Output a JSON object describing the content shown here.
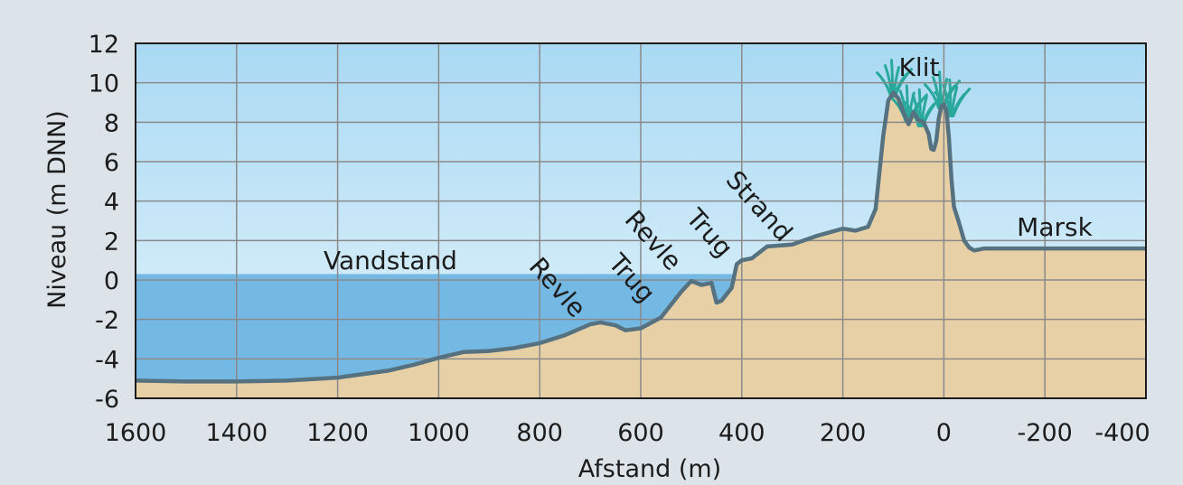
{
  "chart_data": {
    "type": "area",
    "xlabel": "Afstand (m)",
    "ylabel": "Niveau (m DNN)",
    "xlim": [
      1600,
      -400
    ],
    "ylim": [
      -6,
      12
    ],
    "x_ticks": [
      "1600",
      "1400",
      "1200",
      "1000",
      "800",
      "600",
      "400",
      "200",
      "0",
      "-200",
      "-400"
    ],
    "y_ticks": [
      "12",
      "10",
      "8",
      "6",
      "4",
      "2",
      "0",
      "-2",
      "-4",
      "-6"
    ],
    "grid": true,
    "water_level": 0.3,
    "labels": {
      "water": "Vandstand",
      "bar_1": "Revle",
      "trough_1": "Trug",
      "bar_2": "Revle",
      "trough_2": "Trug",
      "beach": "Strand",
      "dune": "Klit",
      "marsh": "Marsk"
    },
    "profile": {
      "x": [
        1600,
        1500,
        1400,
        1300,
        1200,
        1100,
        1050,
        1000,
        950,
        900,
        850,
        800,
        750,
        700,
        680,
        650,
        630,
        600,
        560,
        520,
        500,
        480,
        460,
        450,
        440,
        420,
        410,
        400,
        380,
        350,
        300,
        250,
        200,
        175,
        150,
        135,
        120,
        110,
        100,
        90,
        80,
        70,
        60,
        50,
        40,
        30,
        25,
        20,
        15,
        10,
        5,
        0,
        -5,
        -10,
        -15,
        -20,
        -30,
        -40,
        -50,
        -60,
        -70,
        -80,
        -100,
        -200,
        -300,
        -400
      ],
      "y": [
        -5.1,
        -5.15,
        -5.15,
        -5.1,
        -4.95,
        -4.6,
        -4.3,
        -3.95,
        -3.65,
        -3.6,
        -3.45,
        -3.2,
        -2.8,
        -2.25,
        -2.15,
        -2.3,
        -2.55,
        -2.45,
        -1.9,
        -0.6,
        -0.05,
        -0.25,
        -0.15,
        -1.15,
        -1.05,
        -0.4,
        0.8,
        1.0,
        1.1,
        1.7,
        1.8,
        2.25,
        2.6,
        2.5,
        2.7,
        3.6,
        7.3,
        9.1,
        9.5,
        9.2,
        8.5,
        7.9,
        8.5,
        8.1,
        8.0,
        7.4,
        6.65,
        6.6,
        7.05,
        8.2,
        8.8,
        8.9,
        8.6,
        7.2,
        5.1,
        3.7,
        2.9,
        2.0,
        1.65,
        1.5,
        1.55,
        1.6,
        1.6,
        1.6,
        1.6,
        1.6
      ]
    },
    "colors": {
      "sky_top": "#a9d9f3",
      "sky_bottom": "#e4f4fc",
      "water": "#74b8e4",
      "ground": "#e7cfa6",
      "profile_line": "#56717f",
      "grass": "#2aa89b",
      "grid": "#8a8a8a",
      "background": "#dde4e9"
    }
  }
}
